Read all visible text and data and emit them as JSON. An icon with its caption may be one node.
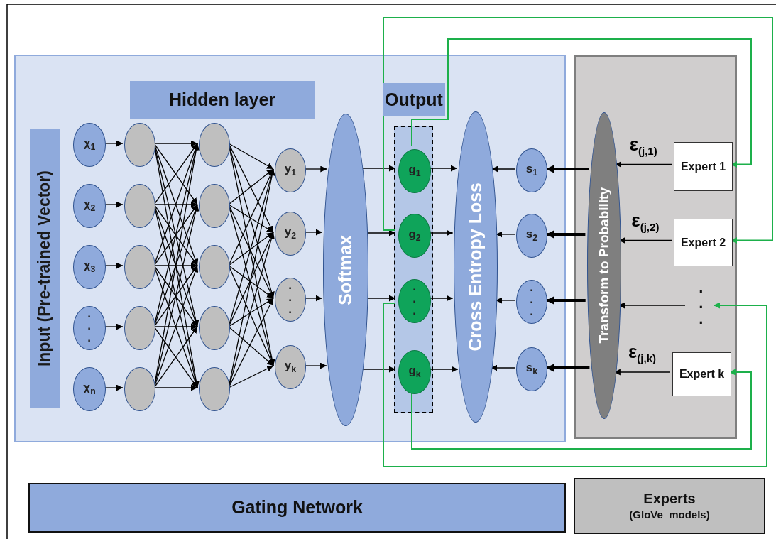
{
  "diagram": {
    "nodes": [
      {
        "text": [],
        "shape": "box"
      },
      {
        "text": [],
        "shape": "box"
      },
      {
        "text": [
          "Input (Pre-trained Vector)"
        ],
        "in": 0
      },
      {
        "text": [
          "Hidden layer"
        ],
        "in": 0
      },
      {
        "text": [
          "Output"
        ],
        "in": 0
      },
      {
        "text": [
          "χ$_{1}$"
        ],
        "in": 0
      },
      {
        "text": [
          "χ$_{2}$"
        ],
        "in": 0
      },
      {
        "text": [
          "χ$_{3}$"
        ],
        "in": 0
      },
      {
        "text": [
          "· · ·"
        ],
        "in": 0
      },
      {
        "text": [
          "χ$_{n}$"
        ],
        "in": 0
      },
      {
        "text": [],
        "shape": "circle",
        "in": 0
      },
      {
        "text": [],
        "shape": "circle",
        "in": 0
      },
      {
        "text": [],
        "shape": "circle",
        "in": 0
      },
      {
        "text": [],
        "shape": "circle",
        "in": 0
      },
      {
        "text": [],
        "shape": "circle",
        "in": 0
      },
      {
        "text": [],
        "shape": "circle",
        "in": 0
      },
      {
        "text": [],
        "shape": "circle",
        "in": 0
      },
      {
        "text": [],
        "shape": "circle",
        "in": 0
      },
      {
        "text": [],
        "shape": "circle",
        "in": 0
      },
      {
        "text": [],
        "shape": "circle",
        "in": 0
      },
      {
        "text": [
          "y$_{1}$"
        ],
        "in": 0
      },
      {
        "text": [
          "y$_{2}$"
        ],
        "in": 0
      },
      {
        "text": [
          "· · ·"
        ],
        "in": 0
      },
      {
        "text": [
          "y$_{k}$"
        ],
        "in": 0
      },
      {
        "text": [
          "Softmax"
        ],
        "in": 0
      },
      {
        "text": [],
        "shape": "box",
        "in": 0
      },
      {
        "text": [
          "g$_{1}$"
        ],
        "in": 25
      },
      {
        "text": [
          "g$_{2}$"
        ],
        "in": 25
      },
      {
        "text": [
          "· · ·"
        ],
        "in": 25
      },
      {
        "text": [
          "g$_{k}$"
        ],
        "in": 25
      },
      {
        "text": [
          "Cross Entropy Loss"
        ],
        "in": 0
      },
      {
        "text": [
          "s$_{1}$"
        ],
        "in": 0
      },
      {
        "text": [
          "s$_{2}$"
        ],
        "in": 0
      },
      {
        "text": [
          "· · ·"
        ],
        "in": 0
      },
      {
        "text": [
          "s$_{k}$"
        ],
        "in": 0
      },
      {
        "text": [
          "Transform to Probability"
        ],
        "in": 1
      },
      {
        "text": [
          "Expert 1"
        ],
        "in": 1
      },
      {
        "text": [
          "Expert 2"
        ],
        "in": 1
      },
      {
        "text": [
          "· · ·"
        ],
        "in": 1
      },
      {
        "text": [
          "Expert k"
        ],
        "in": 1
      },
      {
        "text": [
          "Gating Network"
        ]
      },
      {
        "text": [
          "Experts",
          "(GloVe  models)"
        ]
      }
    ],
    "edges": [
      {
        "from": 5,
        "to": 10,
        "arrow": "to"
      },
      {
        "from": 6,
        "to": 11,
        "arrow": "to"
      },
      {
        "from": 7,
        "to": 12,
        "arrow": "to"
      },
      {
        "from": 8,
        "to": 13,
        "arrow": "to"
      },
      {
        "from": 9,
        "to": 14,
        "arrow": "to"
      },
      {
        "from": 10,
        "to": 15,
        "arrow": "to"
      },
      {
        "from": 10,
        "to": 16,
        "arrow": "to"
      },
      {
        "from": 10,
        "to": 17,
        "arrow": "to"
      },
      {
        "from": 10,
        "to": 18,
        "arrow": "to"
      },
      {
        "from": 10,
        "to": 19,
        "arrow": "to"
      },
      {
        "from": 11,
        "to": 15,
        "arrow": "to"
      },
      {
        "from": 11,
        "to": 16,
        "arrow": "to"
      },
      {
        "from": 11,
        "to": 17,
        "arrow": "to"
      },
      {
        "from": 11,
        "to": 18,
        "arrow": "to"
      },
      {
        "from": 11,
        "to": 19,
        "arrow": "to"
      },
      {
        "from": 12,
        "to": 15,
        "arrow": "to"
      },
      {
        "from": 12,
        "to": 16,
        "arrow": "to"
      },
      {
        "from": 12,
        "to": 17,
        "arrow": "to"
      },
      {
        "from": 12,
        "to": 18,
        "arrow": "to"
      },
      {
        "from": 12,
        "to": 19,
        "arrow": "to"
      },
      {
        "from": 13,
        "to": 15,
        "arrow": "to"
      },
      {
        "from": 13,
        "to": 16,
        "arrow": "to"
      },
      {
        "from": 13,
        "to": 17,
        "arrow": "to"
      },
      {
        "from": 13,
        "to": 18,
        "arrow": "to"
      },
      {
        "from": 13,
        "to": 19,
        "arrow": "to"
      },
      {
        "from": 14,
        "to": 15,
        "arrow": "to"
      },
      {
        "from": 14,
        "to": 16,
        "arrow": "to"
      },
      {
        "from": 14,
        "to": 17,
        "arrow": "to"
      },
      {
        "from": 14,
        "to": 18,
        "arrow": "to"
      },
      {
        "from": 14,
        "to": 19,
        "arrow": "to"
      },
      {
        "from": 15,
        "to": 20,
        "arrow": "to"
      },
      {
        "from": 15,
        "to": 21,
        "arrow": "to"
      },
      {
        "from": 15,
        "to": 22,
        "arrow": "to"
      },
      {
        "from": 15,
        "to": 23,
        "arrow": "to"
      },
      {
        "from": 16,
        "to": 20,
        "arrow": "to"
      },
      {
        "from": 16,
        "to": 21,
        "arrow": "to"
      },
      {
        "from": 16,
        "to": 22,
        "arrow": "to"
      },
      {
        "from": 16,
        "to": 23,
        "arrow": "to"
      },
      {
        "from": 17,
        "to": 20,
        "arrow": "to"
      },
      {
        "from": 17,
        "to": 21,
        "arrow": "to"
      },
      {
        "from": 17,
        "to": 22,
        "arrow": "to"
      },
      {
        "from": 17,
        "to": 23,
        "arrow": "to"
      },
      {
        "from": 18,
        "to": 20,
        "arrow": "to"
      },
      {
        "from": 18,
        "to": 21,
        "arrow": "to"
      },
      {
        "from": 18,
        "to": 22,
        "arrow": "to"
      },
      {
        "from": 18,
        "to": 23,
        "arrow": "to"
      },
      {
        "from": 19,
        "to": 20,
        "arrow": "to"
      },
      {
        "from": 19,
        "to": 21,
        "arrow": "to"
      },
      {
        "from": 19,
        "to": 22,
        "arrow": "to"
      },
      {
        "from": 19,
        "to": 23,
        "arrow": "to"
      },
      {
        "from": 20,
        "to": 24,
        "arrow": "to"
      },
      {
        "from": 21,
        "to": 24,
        "arrow": "to"
      },
      {
        "from": 22,
        "to": 24,
        "arrow": "to"
      },
      {
        "from": 23,
        "to": 24,
        "arrow": "to"
      },
      {
        "from": 24,
        "to": 26,
        "arrow": "to"
      },
      {
        "from": 24,
        "to": 27,
        "arrow": "to"
      },
      {
        "from": 24,
        "to": 28,
        "arrow": "to"
      },
      {
        "from": 24,
        "to": 29,
        "arrow": "to"
      },
      {
        "from": 26,
        "to": 30,
        "arrow": "to"
      },
      {
        "from": 27,
        "to": 30,
        "arrow": "to"
      },
      {
        "from": 28,
        "to": 30,
        "arrow": "to"
      },
      {
        "from": 29,
        "to": 30,
        "arrow": "to"
      },
      {
        "from": 31,
        "to": 30,
        "arrow": "to"
      },
      {
        "from": 32,
        "to": 30,
        "arrow": "to"
      },
      {
        "from": 33,
        "to": 30,
        "arrow": "to"
      },
      {
        "from": 34,
        "to": 30,
        "arrow": "to"
      },
      {
        "from": 35,
        "to": 31,
        "arrow": "to",
        "style": "thick"
      },
      {
        "from": 35,
        "to": 32,
        "arrow": "to",
        "style": "thick"
      },
      {
        "from": 35,
        "to": 33,
        "arrow": "to",
        "style": "thick"
      },
      {
        "from": 35,
        "to": 34,
        "arrow": "to",
        "style": "thick"
      },
      {
        "from": 36,
        "to": 35,
        "arrow": "to",
        "label": "ε$_{(j,1)}$"
      },
      {
        "from": 37,
        "to": 35,
        "arrow": "to",
        "label": "ε$_{(j,2)}$"
      },
      {
        "from": 38,
        "to": 35,
        "arrow": "to"
      },
      {
        "from": 39,
        "to": 35,
        "arrow": "to",
        "label": "ε$_{(j,k)}$"
      },
      {
        "from": 26,
        "to": 36,
        "arrow": "to",
        "color": "#1db04b"
      },
      {
        "from": 27,
        "to": 37,
        "arrow": "to",
        "color": "#1db04b"
      },
      {
        "from": 28,
        "to": 38,
        "arrow": "to",
        "color": "#1db04b"
      },
      {
        "from": 29,
        "to": 39,
        "arrow": "to",
        "color": "#1db04b"
      }
    ]
  }
}
